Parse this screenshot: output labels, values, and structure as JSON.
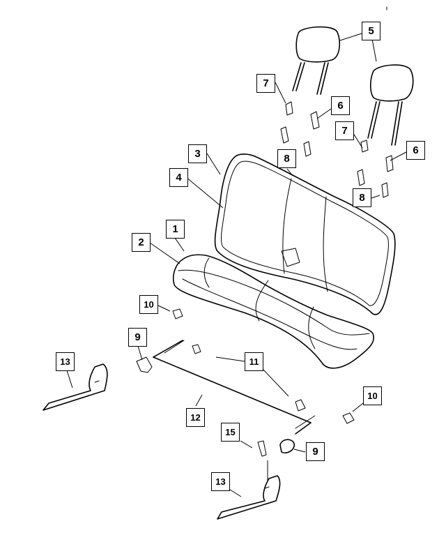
{
  "diagram": {
    "callouts": [
      {
        "id": "c5",
        "label": "5"
      },
      {
        "id": "c7a",
        "label": "7"
      },
      {
        "id": "c6a",
        "label": "6"
      },
      {
        "id": "c7b",
        "label": "7"
      },
      {
        "id": "c6b",
        "label": "6"
      },
      {
        "id": "c3",
        "label": "3"
      },
      {
        "id": "c8a",
        "label": "8"
      },
      {
        "id": "c4",
        "label": "4"
      },
      {
        "id": "c8b",
        "label": "8"
      },
      {
        "id": "c1",
        "label": "1"
      },
      {
        "id": "c2",
        "label": "2"
      },
      {
        "id": "c10a",
        "label": "10"
      },
      {
        "id": "c9a",
        "label": "9"
      },
      {
        "id": "c11",
        "label": "11"
      },
      {
        "id": "c13a",
        "label": "13"
      },
      {
        "id": "c10b",
        "label": "10"
      },
      {
        "id": "c12",
        "label": "12"
      },
      {
        "id": "c15",
        "label": "15"
      },
      {
        "id": "c9b",
        "label": "9"
      },
      {
        "id": "c13b",
        "label": "13"
      }
    ]
  }
}
